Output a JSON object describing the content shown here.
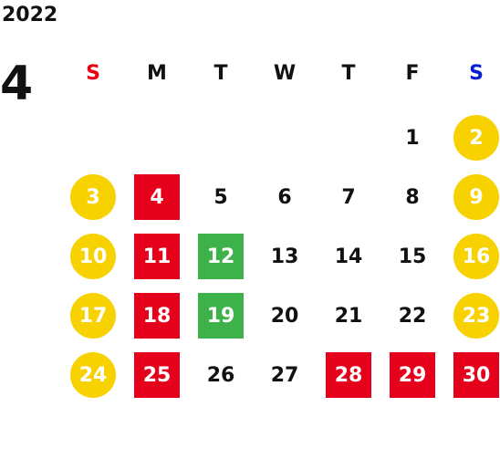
{
  "year": "2022",
  "month": "4",
  "weekdays": [
    {
      "label": "S",
      "color": "#e60012"
    },
    {
      "label": "M",
      "color": "#111111"
    },
    {
      "label": "T",
      "color": "#111111"
    },
    {
      "label": "W",
      "color": "#111111"
    },
    {
      "label": "T",
      "color": "#111111"
    },
    {
      "label": "F",
      "color": "#111111"
    },
    {
      "label": "S",
      "color": "#0a20d0"
    }
  ],
  "highlight_colors": {
    "weekend": "#f8d200",
    "red": "#e5001b",
    "green": "#3eb24a"
  },
  "weeks": [
    [
      null,
      null,
      null,
      null,
      null,
      {
        "day": "1",
        "style": "plain"
      },
      {
        "day": "2",
        "style": "weekend"
      }
    ],
    [
      {
        "day": "3",
        "style": "weekend"
      },
      {
        "day": "4",
        "style": "red"
      },
      {
        "day": "5",
        "style": "plain"
      },
      {
        "day": "6",
        "style": "plain"
      },
      {
        "day": "7",
        "style": "plain"
      },
      {
        "day": "8",
        "style": "plain"
      },
      {
        "day": "9",
        "style": "weekend"
      }
    ],
    [
      {
        "day": "10",
        "style": "weekend"
      },
      {
        "day": "11",
        "style": "red"
      },
      {
        "day": "12",
        "style": "green"
      },
      {
        "day": "13",
        "style": "plain"
      },
      {
        "day": "14",
        "style": "plain"
      },
      {
        "day": "15",
        "style": "plain"
      },
      {
        "day": "16",
        "style": "weekend"
      }
    ],
    [
      {
        "day": "17",
        "style": "weekend"
      },
      {
        "day": "18",
        "style": "red"
      },
      {
        "day": "19",
        "style": "green"
      },
      {
        "day": "20",
        "style": "plain"
      },
      {
        "day": "21",
        "style": "plain"
      },
      {
        "day": "22",
        "style": "plain"
      },
      {
        "day": "23",
        "style": "weekend"
      }
    ],
    [
      {
        "day": "24",
        "style": "weekend"
      },
      {
        "day": "25",
        "style": "red"
      },
      {
        "day": "26",
        "style": "plain"
      },
      {
        "day": "27",
        "style": "plain"
      },
      {
        "day": "28",
        "style": "red"
      },
      {
        "day": "29",
        "style": "red"
      },
      {
        "day": "30",
        "style": "red"
      }
    ]
  ]
}
